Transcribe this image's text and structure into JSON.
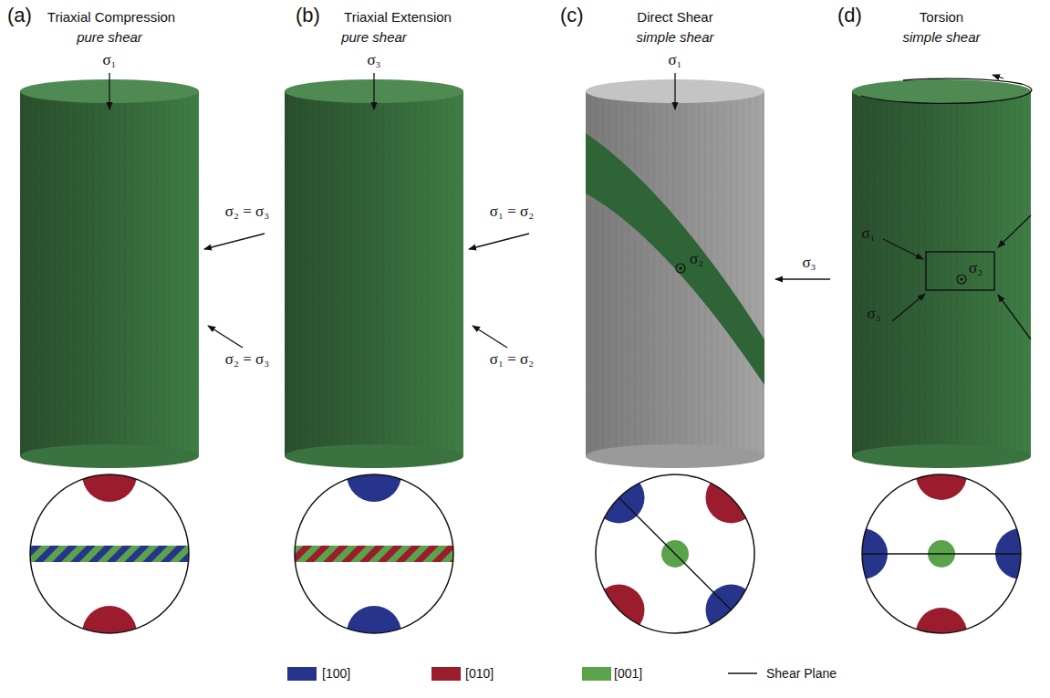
{
  "diagram": {
    "labels": [
      "(a)",
      "Triaxial Compression",
      "pure shear",
      "σ₁",
      "σ₂ = σ₃",
      "σ₂ = σ₃",
      "(b)",
      "Triaxial Extension",
      "pure shear",
      "σ₃",
      "σ₁ = σ₂",
      "σ₁ = σ₂",
      "(c)",
      "Direct Shear",
      "simple shear",
      "σ₁",
      "σ₂",
      "σ₃",
      "(d)",
      "Torsion",
      "simple shear",
      "σ₁",
      "σ₂",
      "σ₃"
    ],
    "legend": [
      {
        "text": "[100]",
        "color": "#27348b"
      },
      {
        "text": "[010]",
        "color": "#9b1c2c"
      },
      {
        "text": "[001]",
        "color": "#5aa34a"
      },
      {
        "text": "Shear Plane"
      }
    ]
  }
}
